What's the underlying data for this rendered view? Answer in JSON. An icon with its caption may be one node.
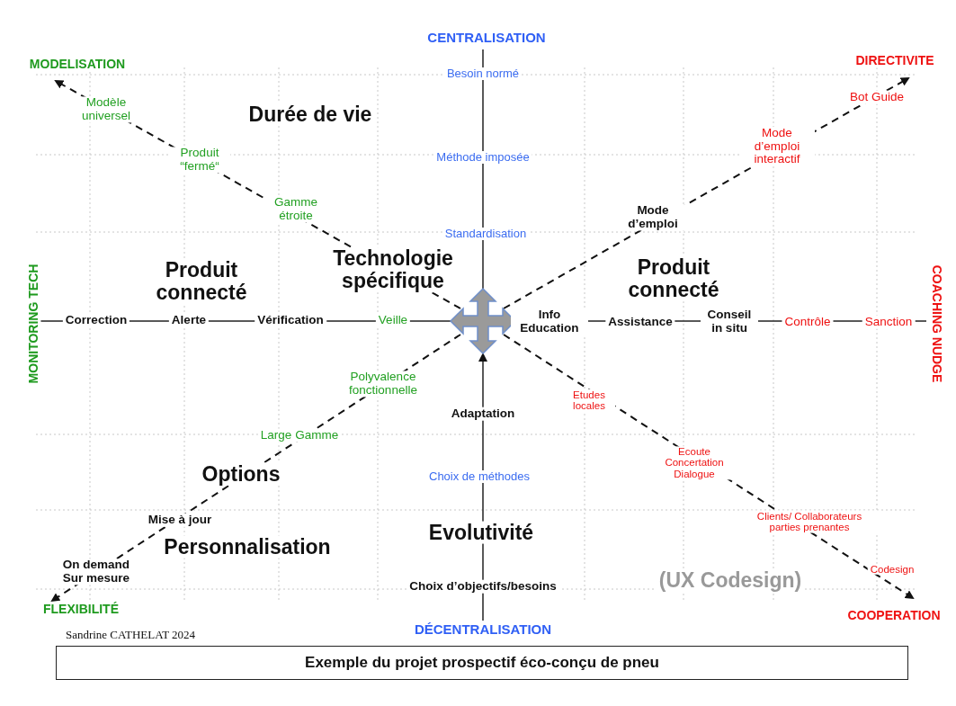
{
  "diagram": {
    "caption": "Exemple du projet prospectif éco-conçu de pneu",
    "labels": [
      "CENTRALISATION",
      "MODELISATION",
      "DIRECTIVITE",
      "Besoin normé",
      "Modèle universel",
      "Durée de vie",
      "Bot Guide",
      "Mode d’emploi interactif",
      "Produit “fermé“",
      "Méthode imposée",
      "Gamme étroite",
      "Mode d’emploi",
      "Standardisation",
      "Produit connecté",
      "Technologie spécifique",
      "Produit connecté",
      "MONITORING TECH",
      "COACHING NUDGE",
      "Correction",
      "Alerte",
      "Vérification",
      "Veille",
      "Info Education",
      "Assistance",
      "Conseil in situ",
      "Contrôle",
      "Sanction",
      "Polyvalence fonctionnelle",
      "Etudes locales",
      "Adaptation",
      "Large Gamme",
      "Ecoute Concertation Dialogue",
      "Options",
      "Choix de méthodes",
      "Mise à jour",
      "Evolutivité",
      "Clients/ Collaborateurs parties prenantes",
      "Personnalisation",
      "On demand Sur mesure",
      "Codesign",
      "(UX Codesign)",
      "Choix d’objectifs/besoins",
      "FLEXIBILITÉ",
      "COOPERATION",
      "Sandrine CATHELAT 2024",
      "DÉCENTRALISATION"
    ]
  }
}
